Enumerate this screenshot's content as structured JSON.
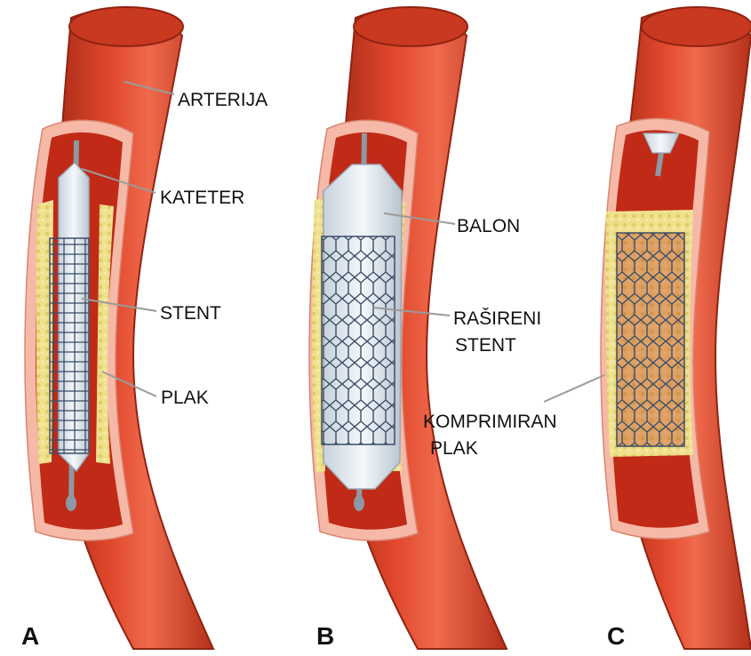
{
  "labels": {
    "arterija": "ARTERIJA",
    "kateter": "KATETER",
    "stent": "STENT",
    "plak": "PLAK",
    "balon": "BALON",
    "rasireni_line1": "RAŠIRENI",
    "rasireni_line2": "STENT",
    "komprimiran_line1": "KOMPRIMIRAN",
    "komprimiran_line2": "PLAK"
  },
  "panels": {
    "a": "A",
    "b": "B",
    "c": "C"
  },
  "colors": {
    "artery_dark": "#b8321c",
    "artery": "#d9432a",
    "artery_light": "#ee6a4a",
    "lumen": "#c02a16",
    "wall_pink": "#f6b9a8",
    "plaque": "#efe08c",
    "plaque_dot": "#d9c65e",
    "stent_mesh": "#3c4e68",
    "balloon": "#dde6ee",
    "leader": "#9a9a9a"
  }
}
